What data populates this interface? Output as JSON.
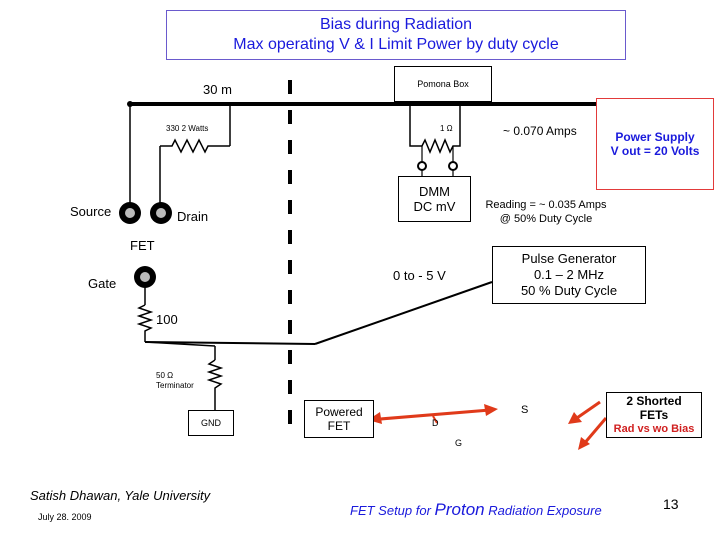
{
  "title": {
    "line1": "Bias during Radiation",
    "line2": "Max operating V & I  Limit Power by duty cycle"
  },
  "labels": {
    "cable_length": "30 m",
    "pomona_box": "Pomona Box",
    "resistor_330": "330 2 Watts",
    "resistor_1": "1 Ω",
    "current": "~ 0.070 Amps",
    "power_supply_line1": "Power Supply",
    "power_supply_line2": "V out  = 20 Volts",
    "source": "Source",
    "drain": "Drain",
    "fet": "FET",
    "gate": "Gate",
    "dmm_line1": "DMM",
    "dmm_line2": "DC mV",
    "reading_line1": "Reading = ~ 0.035 Amps",
    "reading_line2": "@ 50% Duty Cycle",
    "pulse_line1": "Pulse Generator",
    "pulse_line2": "0.1 – 2 MHz",
    "pulse_line3": "50 % Duty Cycle",
    "pulse_voltage": "0 to - 5 V",
    "resistor_100": "100",
    "term_line1": "50 Ω",
    "term_line2": "Terminator",
    "gnd": "GND",
    "powered_line1": "Powered",
    "powered_line2": "FET",
    "fet_d": "D",
    "fet_s": "S",
    "fet_g": "G",
    "shorted_line1": "2 Shorted",
    "shorted_line2": "FETs",
    "rad_vs_bias": "Rad vs wo Bias"
  },
  "footer": {
    "author": "Satish Dhawan, Yale University",
    "date": "July 28. 2009",
    "caption_pre": "FET Setup for",
    "caption_proton": "Proton",
    "caption_post": "Radiation Exposure",
    "page_number": "13"
  },
  "colors": {
    "title_text": "#1a1adc",
    "title_border": "#6a5acd",
    "power_border": "#e23a3a",
    "power_text": "#1a1adc",
    "rad_text": "#d02020",
    "arrow": "#e03a1a"
  }
}
